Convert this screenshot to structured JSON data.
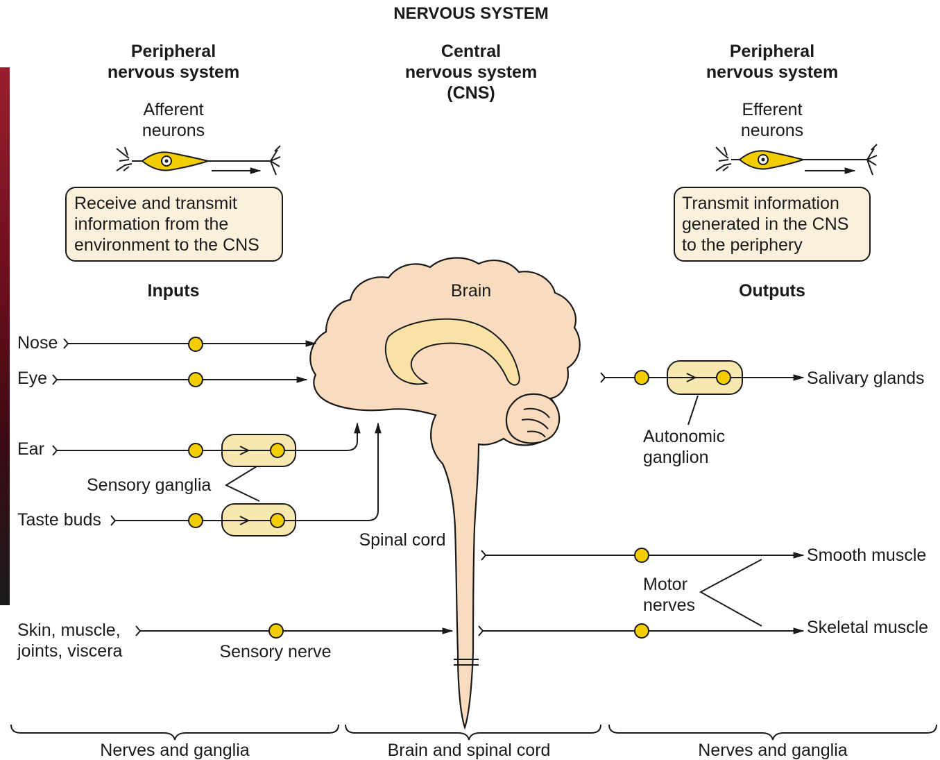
{
  "title": "NERVOUS SYSTEM",
  "columns": {
    "left_header": [
      "Peripheral",
      "nervous system"
    ],
    "center_header": [
      "Central",
      "nervous system",
      "(CNS)"
    ],
    "right_header": [
      "Peripheral",
      "nervous system"
    ]
  },
  "afferent": {
    "label": [
      "Afferent",
      "neurons"
    ],
    "description": [
      "Receive and transmit",
      "information from the",
      "environment to the CNS"
    ]
  },
  "efferent": {
    "label": [
      "Efferent",
      "neurons"
    ],
    "description": [
      "Transmit information",
      "generated in the CNS",
      "to the periphery"
    ]
  },
  "inputs_label": "Inputs",
  "outputs_label": "Outputs",
  "brain_label": "Brain",
  "spinal_cord_label": "Spinal cord",
  "inputs": {
    "nose": "Nose",
    "eye": "Eye",
    "ear": "Ear",
    "taste": "Taste buds",
    "skin": [
      "Skin, muscle,",
      "joints, viscera"
    ]
  },
  "sensory_ganglia_label": "Sensory ganglia",
  "sensory_nerve_label": "Sensory nerve",
  "outputs": {
    "salivary": "Salivary glands",
    "smooth": "Smooth muscle",
    "skeletal": "Skeletal muscle"
  },
  "autonomic_ganglion_label": [
    "Autonomic",
    "ganglion"
  ],
  "motor_nerves_label": [
    "Motor",
    "nerves"
  ],
  "footer": {
    "left": "Nerves and ganglia",
    "center": "Brain and spinal cord",
    "right": "Nerves and ganglia"
  },
  "colors": {
    "node": "#f2cd00",
    "brain": "#f9dcc0",
    "box": "#fbf0dc"
  }
}
